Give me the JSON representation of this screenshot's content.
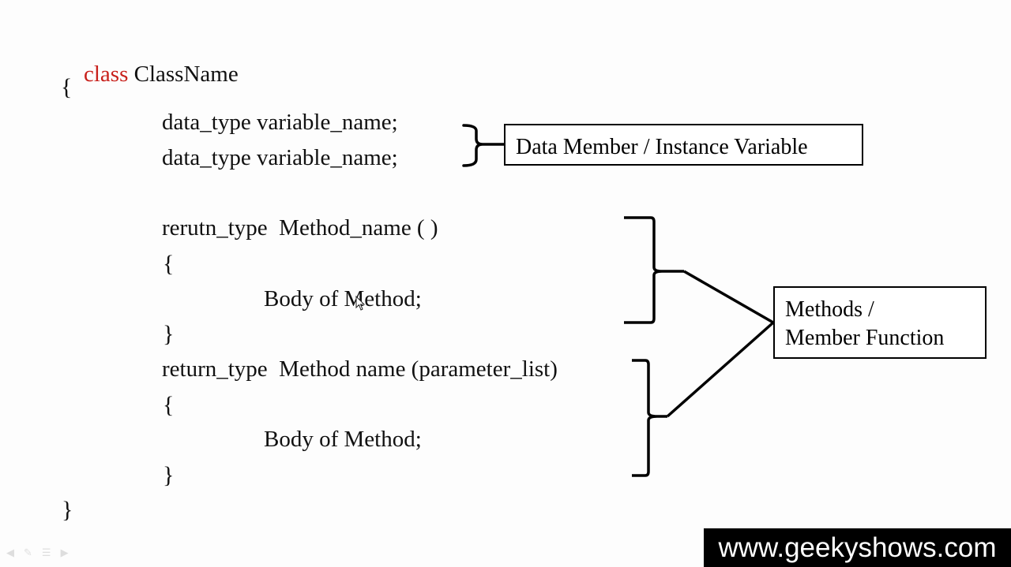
{
  "code": {
    "class_keyword": "class",
    "class_name": " ClassName",
    "open_brace": "{",
    "var_line_1": "data_type variable_name;",
    "var_line_2": "data_type variable_name;",
    "method1_signature": "rerutn_type  Method_name ( )",
    "method1_open": "{",
    "method1_body": "Body of Method;",
    "method1_close": "}",
    "method2_signature": "return_type  Method name (parameter_list)",
    "method2_open": "{",
    "method2_body": "Body of Method;",
    "method2_close": "}",
    "close_brace": "}"
  },
  "labels": {
    "data_member": "Data Member / Instance  Variable",
    "methods_line1": "Methods /",
    "methods_line2": "Member Function"
  },
  "watermark": "www.geekyshows.com",
  "colors": {
    "keyword": "#c8201b",
    "text": "#111111",
    "background": "#fdfdfd"
  },
  "icons": [
    "previous-slide-icon",
    "pen-icon",
    "menu-icon",
    "next-slide-icon"
  ]
}
